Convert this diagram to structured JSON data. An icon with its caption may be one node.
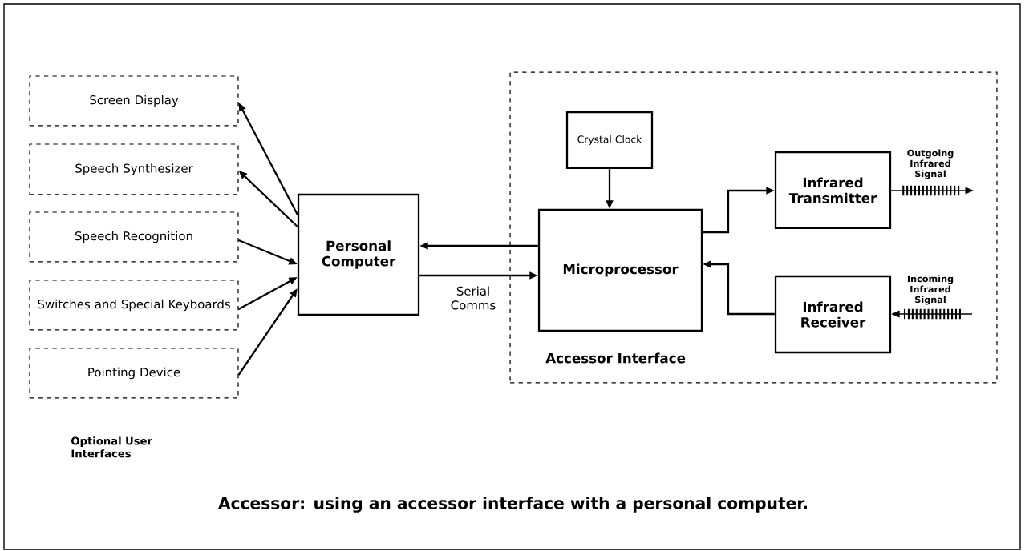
{
  "diagram": {
    "caption": "Accessor: using an accessor interface with a personal computer.",
    "nodes": [
      {
        "text": [
          "Screen Display"
        ]
      },
      {
        "text": [
          "Speech Synthesizer"
        ]
      },
      {
        "text": [
          "Speech Recognition"
        ]
      },
      {
        "text": [
          "Switches and Special Keyboards"
        ]
      },
      {
        "text": [
          "Pointing Device"
        ]
      },
      {
        "text": [
          "Personal Computer"
        ]
      },
      {
        "text": [
          "Accessor Interface"
        ]
      },
      {
        "text": [
          "Crystal Clock"
        ],
        "in": 6
      },
      {
        "text": [
          "Microprocessor"
        ],
        "in": 6
      },
      {
        "text": [
          "Infrared Transmitter"
        ],
        "in": 6
      },
      {
        "text": [
          "Infrared Receiver"
        ],
        "in": 6
      }
    ],
    "edges": [
      {
        "from": 5,
        "to": 0,
        "arrow": "to"
      },
      {
        "from": 5,
        "to": 1,
        "arrow": "to"
      },
      {
        "from": 2,
        "to": 5,
        "arrow": "to"
      },
      {
        "from": 3,
        "to": 5,
        "arrow": "to"
      },
      {
        "from": 4,
        "to": 5,
        "arrow": "to"
      },
      {
        "from": 8,
        "to": 5,
        "arrow": "to"
      },
      {
        "from": 5,
        "to": 8,
        "arrow": "to",
        "label": "Serial Comms"
      },
      {
        "from": 7,
        "to": 8,
        "arrow": "to"
      },
      {
        "from": 8,
        "to": 9,
        "arrow": "to"
      },
      {
        "from": 10,
        "to": 8,
        "arrow": "to"
      },
      {
        "from": 9,
        "to": null,
        "arrow": "to",
        "label": "Outgoing Infrared Signal"
      },
      {
        "from": null,
        "to": 10,
        "arrow": "to",
        "label": "Incoming Infrared Signal"
      }
    ],
    "labels": [
      "Optional User Interfaces"
    ]
  }
}
